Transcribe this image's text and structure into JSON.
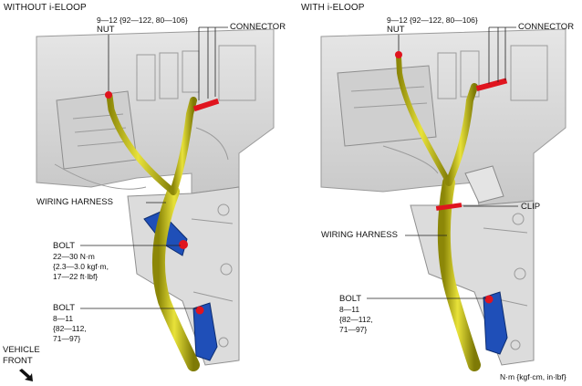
{
  "left_panel": {
    "heading": "WITHOUT i-ELOOP",
    "nut_torque": "9—12 {92—122, 80—106}",
    "nut_label": "NUT",
    "connector_label": "CONNECTOR",
    "wiring_harness_label": "WIRING HARNESS",
    "bolt1": {
      "label": "BOLT",
      "torque_line1": "22—30 N·m",
      "torque_line2": "{2.3—3.0 kgf·m,",
      "torque_line3": "17—22 ft·lbf}"
    },
    "bolt2": {
      "label": "BOLT",
      "torque_line1": "8—11",
      "torque_line2": "{82—112,",
      "torque_line3": "71—97}"
    }
  },
  "right_panel": {
    "heading": "WITH i-ELOOP",
    "nut_torque": "9—12 {92—122, 80—106}",
    "nut_label": "NUT",
    "connector_label": "CONNECTOR",
    "clip_label": "CLIP",
    "wiring_harness_label": "WIRING HARNESS",
    "bolt": {
      "label": "BOLT",
      "torque_line1": "8—11",
      "torque_line2": "{82—112,",
      "torque_line3": "71—97}"
    }
  },
  "vehicle_front": {
    "line1": "VEHICLE",
    "line2": "FRONT"
  },
  "unit_note": "N·m {kgf·cm, in·lbf}",
  "colors": {
    "harness": "#c9c41a",
    "harness_dark": "#8c8708",
    "marker": "#e0141e",
    "bracket": "#1f4fb8",
    "body_part": "#d8d8d8",
    "leader": "#222222"
  }
}
